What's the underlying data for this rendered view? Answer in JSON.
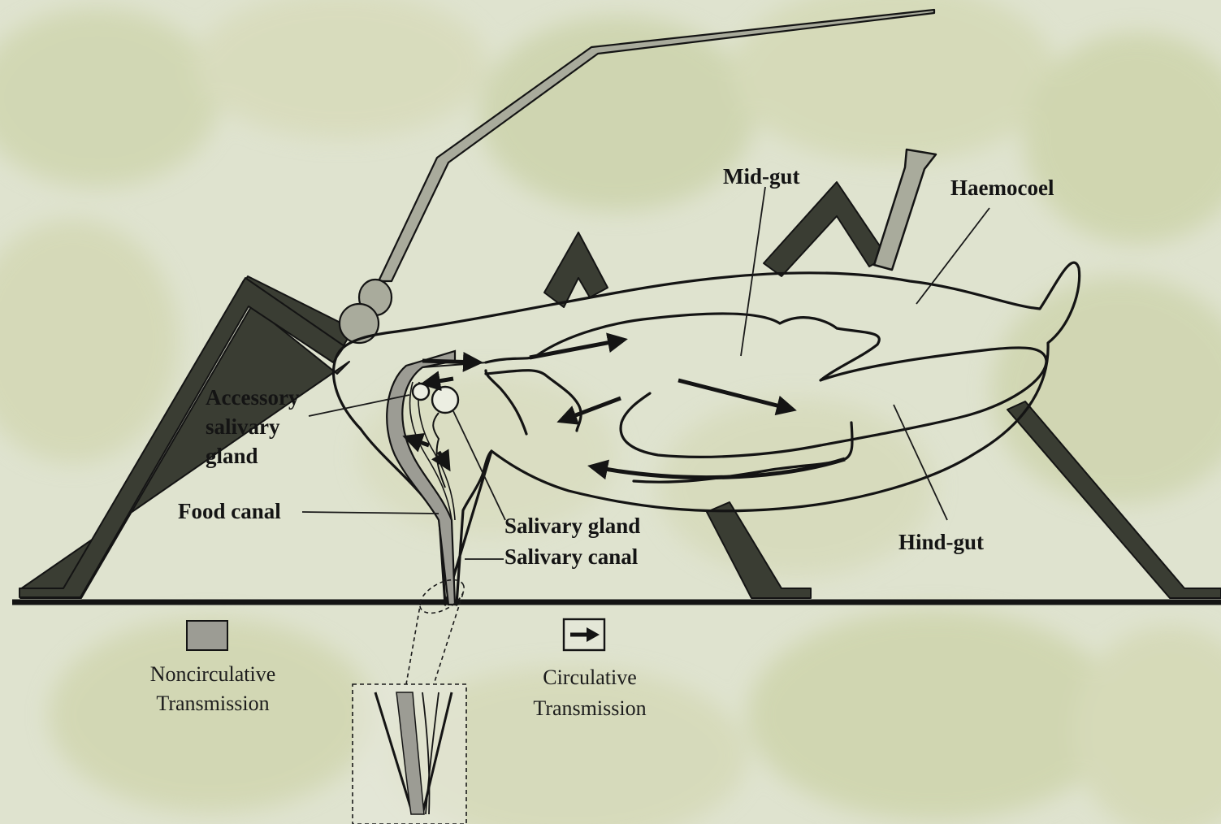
{
  "labels": {
    "mid_gut": "Mid-gut",
    "haemocoel": "Haemocoel",
    "accessory_salivary_gland": [
      "Accessory",
      "salivary",
      "gland"
    ],
    "food_canal": "Food canal",
    "salivary_gland": "Salivary gland",
    "salivary_canal": "Salivary canal",
    "hind_gut": "Hind-gut"
  },
  "legend": {
    "noncirculative": [
      "Noncirculative",
      "Transmission"
    ],
    "circulative": [
      "Circulative",
      "Transmission"
    ]
  },
  "colors": {
    "background": "#dfe3cf",
    "leg": "#3a3d33",
    "antenna": "#a9ab9c",
    "noncirculative_fill": "#9c9c94",
    "outline": "#141414"
  },
  "icons": {
    "noncirculative": "stippled-gray-square-icon",
    "circulative": "arrow-box-icon"
  }
}
